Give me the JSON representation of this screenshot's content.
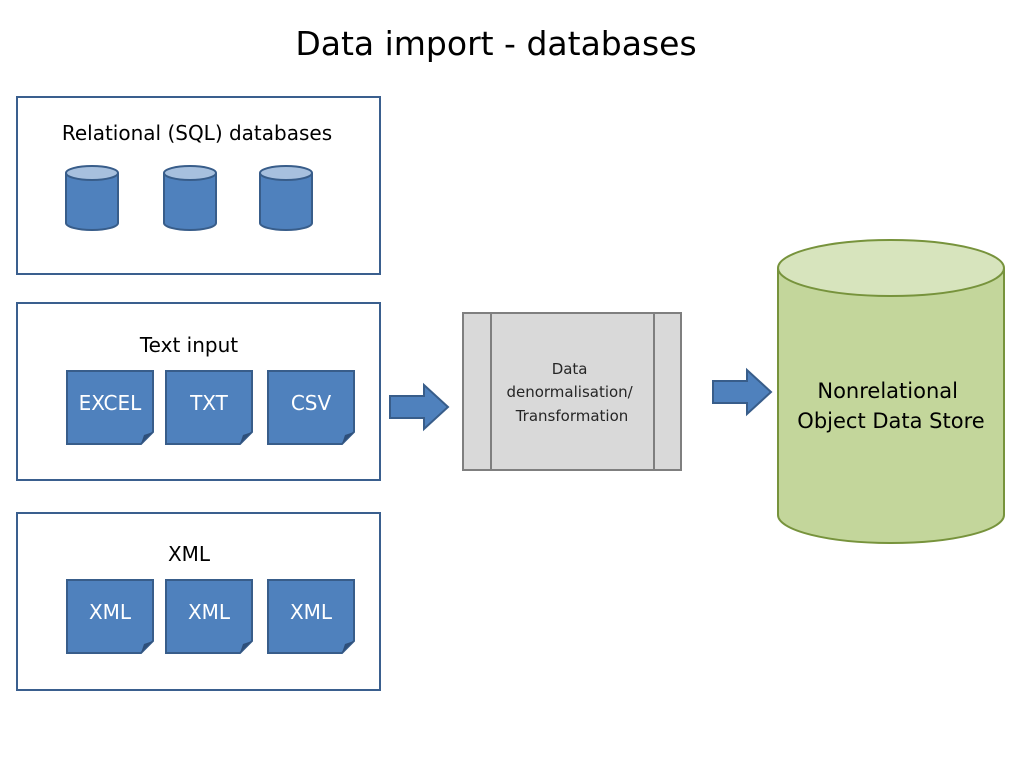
{
  "title": "Data import - databases",
  "groups": {
    "relational": {
      "title": "Relational (SQL) databases",
      "icons": [
        "database-icon",
        "database-icon",
        "database-icon"
      ]
    },
    "text_input": {
      "title": "Text input",
      "docs": [
        "EXCEL",
        "TXT",
        "CSV"
      ]
    },
    "xml": {
      "title": "XML",
      "docs": [
        "XML",
        "XML",
        "XML"
      ]
    }
  },
  "process": {
    "lines": [
      "Data",
      "denormalisation/",
      "Transformation"
    ]
  },
  "store": {
    "lines": [
      "Nonrelational",
      "Object Data Store"
    ]
  },
  "colors": {
    "box_border": "#3a5f8e",
    "doc_fill": "#4f81bd",
    "doc_border": "#385d8a",
    "db_top": "#a7c0de",
    "process_fill": "#d9d9d9",
    "process_border": "#7f7f7f",
    "store_fill": "#c3d69b",
    "store_top": "#d7e4bd",
    "store_border": "#77933c"
  }
}
